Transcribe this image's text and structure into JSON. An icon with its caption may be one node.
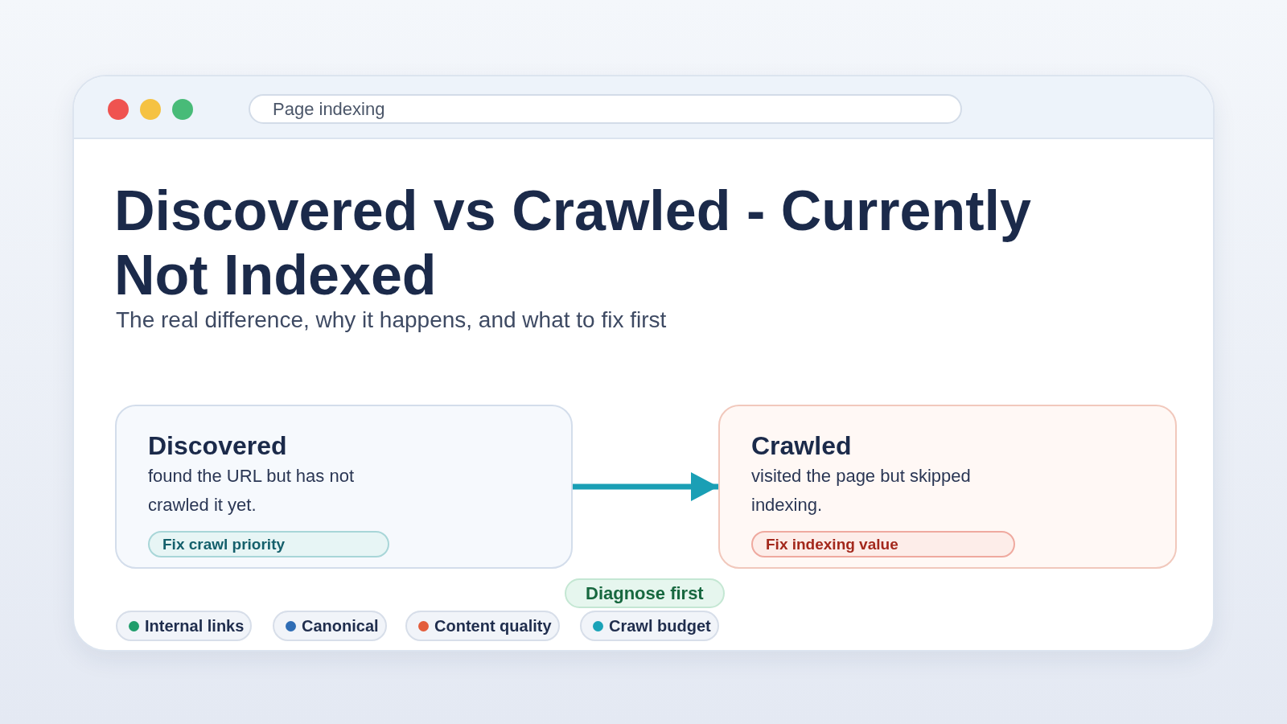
{
  "diagram": {
    "title": "Discovered vs Crawled - Currently Not Indexed",
    "nodes": [
      {
        "text": [
          "Page indexing"
        ]
      },
      {
        "text": [
          "Discovered",
          "found the URL but has not crawled it yet."
        ]
      },
      {
        "text": [
          "Fix crawl priority"
        ],
        "in": 1
      },
      {
        "text": [
          "Crawled",
          "visited the page but skipped indexing."
        ]
      },
      {
        "text": [
          "Fix indexing value"
        ],
        "in": 3
      },
      {
        "text": [
          "Diagnose first"
        ]
      },
      {
        "text": [
          "Internal links"
        ]
      },
      {
        "text": [
          "Canonical"
        ]
      },
      {
        "text": [
          "Content quality"
        ]
      },
      {
        "text": [
          "Crawl budget"
        ]
      }
    ],
    "edges": [
      {
        "from": 1,
        "to": 3,
        "arrow": "to"
      }
    ],
    "labels": [
      "The real difference, why it happens, and what to fix first"
    ]
  }
}
